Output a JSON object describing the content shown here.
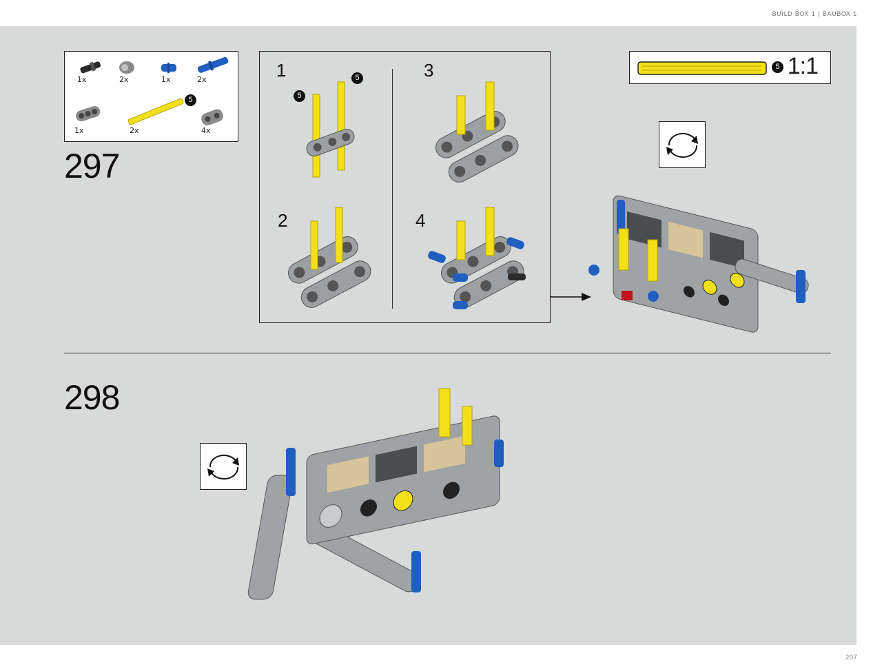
{
  "header": {
    "text": "BUILD BOX 1  |  BAUBOX 1"
  },
  "page_number": "207",
  "step_297": {
    "number": "297",
    "parts": [
      {
        "name": "black-pin-with-bush",
        "qty": "1x",
        "color": "#2b2b2b"
      },
      {
        "name": "grey-bush",
        "qty": "2x",
        "color": "#8a8a8a"
      },
      {
        "name": "blue-pin-short",
        "qty": "1x",
        "color": "#1f5fbf"
      },
      {
        "name": "blue-pin-long",
        "qty": "2x",
        "color": "#1f5fbf"
      },
      {
        "name": "grey-beam-3",
        "qty": "1x",
        "color": "#8a8a8a"
      },
      {
        "name": "yellow-axle-5",
        "qty": "2x",
        "color": "#f2e01a",
        "badge": "5"
      },
      {
        "name": "grey-connector",
        "qty": "4x",
        "color": "#8a8a8a"
      }
    ],
    "substeps": [
      {
        "label": "1",
        "badges": [
          "5",
          "5"
        ]
      },
      {
        "label": "2"
      },
      {
        "label": "3"
      },
      {
        "label": "4"
      }
    ],
    "scale": {
      "badge": "5",
      "label": "1:1"
    }
  },
  "step_298": {
    "number": "298"
  },
  "colors": {
    "panel": "#d8d9d9",
    "lego_grey": "#a0a3a5",
    "lego_dark": "#4a4d50",
    "lego_yellow": "#f2e01a",
    "lego_blue": "#1f5fbf",
    "lego_red": "#c0141a",
    "lego_tan": "#d8c49a"
  }
}
